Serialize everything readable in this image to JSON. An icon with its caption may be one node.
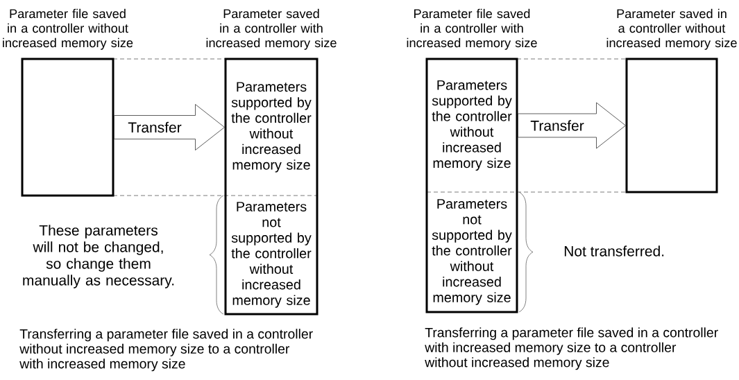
{
  "diagram": {
    "nodes": [
      {
        "text": [
          "Parameter file saved in a controller without increased memory size"
        ]
      },
      {
        "text": [
          "Parameter saved in a controller with increased memory size"
        ]
      },
      {
        "text": [
          "Parameters supported by the controller without increased memory size"
        ],
        "in": 1
      },
      {
        "text": [
          "Parameters not supported by the controller without increased memory size"
        ],
        "in": 1
      },
      {
        "text": [
          "Parameter file saved in a controller with increased memory size"
        ]
      },
      {
        "text": [
          "Parameters supported by the controller without increased memory size"
        ],
        "in": 4
      },
      {
        "text": [
          "Parameters not supported by the controller without increased memory size"
        ],
        "in": 4
      },
      {
        "text": [
          "Parameter saved in a controller without increased memory size"
        ]
      }
    ],
    "edges": [
      {
        "from": 0,
        "to": 2,
        "arrow": "to",
        "label": "Transfer"
      },
      {
        "from": 5,
        "to": 7,
        "arrow": "to",
        "label": "Transfer"
      }
    ],
    "labels": [
      "These parameters will not be changed, so change them manually as necessary.",
      "Not transferred.",
      "Transferring a parameter file saved in a controller without increased memory size to a controller with increased memory size",
      "Transferring a parameter file saved in a controller with increased memory size to a controller without increased memory size"
    ]
  }
}
